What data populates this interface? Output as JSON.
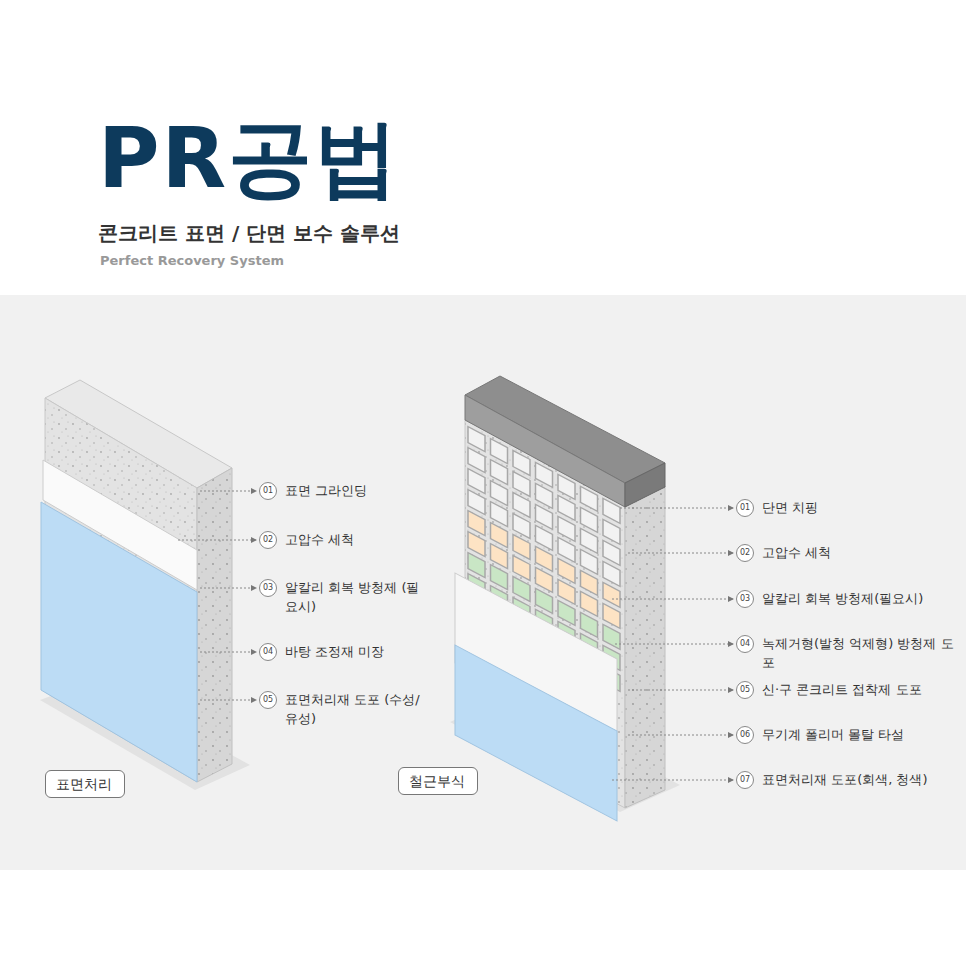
{
  "diagram": {
    "title": "PR공법",
    "nodes": [
      {
        "text": [
          "표면처리"
        ]
      },
      {
        "text": [
          "철근부식"
        ]
      }
    ],
    "labels": [
      "콘크리트 표면 / 단면 보수 솔루션",
      "Perfect Recovery System",
      "01",
      "표면 그라인딩",
      "02",
      "고압수 세척",
      "03",
      "알칼리 회복 방청제 (필요시)",
      "04",
      "바탕 조정재 미장",
      "05",
      "표면처리재 도포 (수성/유성)",
      "01",
      "단면 치핑",
      "02",
      "고압수 세척",
      "03",
      "알칼리 회복 방청제(필요시)",
      "04",
      "녹제거형(발청 억제형) 방청제 도포",
      "05",
      "신·구 콘크리트 접착제 도포",
      "06",
      "무기계 폴리머 몰탈 타설",
      "07",
      "표면처리재 도포(회색, 청색)"
    ]
  }
}
